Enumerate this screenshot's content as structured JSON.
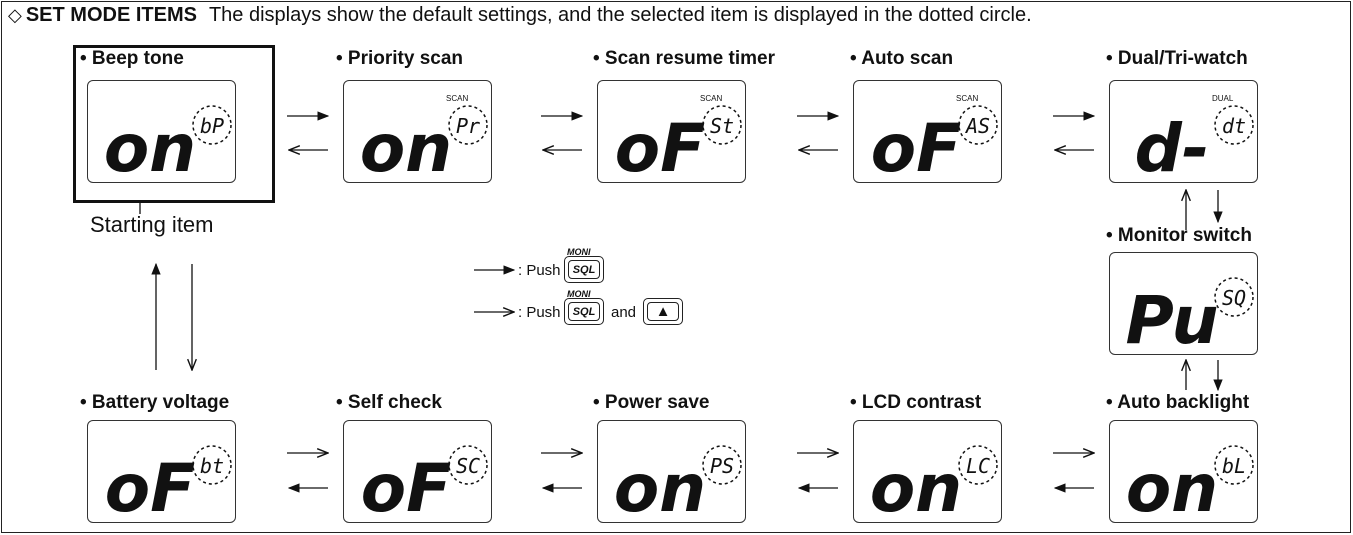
{
  "header": {
    "diamond": "◇",
    "title": "SET MODE ITEMS",
    "description": "The displays show the default settings, and the selected item is displayed in the dotted circle."
  },
  "items": [
    {
      "label": "• Beep tone",
      "main": "on",
      "code": "bP",
      "indicator": ""
    },
    {
      "label": "• Priority scan",
      "main": "on",
      "code": "Pr",
      "indicator": "SCAN"
    },
    {
      "label": "• Scan resume timer",
      "main": "oF",
      "code": "St",
      "indicator": "SCAN"
    },
    {
      "label": "• Auto scan",
      "main": "oF",
      "code": "AS",
      "indicator": "SCAN"
    },
    {
      "label": "• Dual/Tri-watch",
      "main": "d-",
      "code": "dt",
      "indicator": "DUAL"
    },
    {
      "label": "• Monitor switch",
      "main": "Pu",
      "code": "SQ",
      "indicator": ""
    },
    {
      "label": "• Auto backlight",
      "main": "on",
      "code": "bL",
      "indicator": ""
    },
    {
      "label": "• LCD contrast",
      "main": "on",
      "code": "LC",
      "indicator": ""
    },
    {
      "label": "• Power save",
      "main": "on",
      "code": "PS",
      "indicator": ""
    },
    {
      "label": "• Self check",
      "main": "oF",
      "code": "SC",
      "indicator": ""
    },
    {
      "label": "• Battery voltage",
      "main": "oF",
      "code": "bt",
      "indicator": ""
    }
  ],
  "starting_item": "Starting item",
  "legend": {
    "push_text": ": Push",
    "and_text": "and",
    "moni_label": "MONI",
    "sql_label": "SQL",
    "up_glyph": "▲"
  }
}
